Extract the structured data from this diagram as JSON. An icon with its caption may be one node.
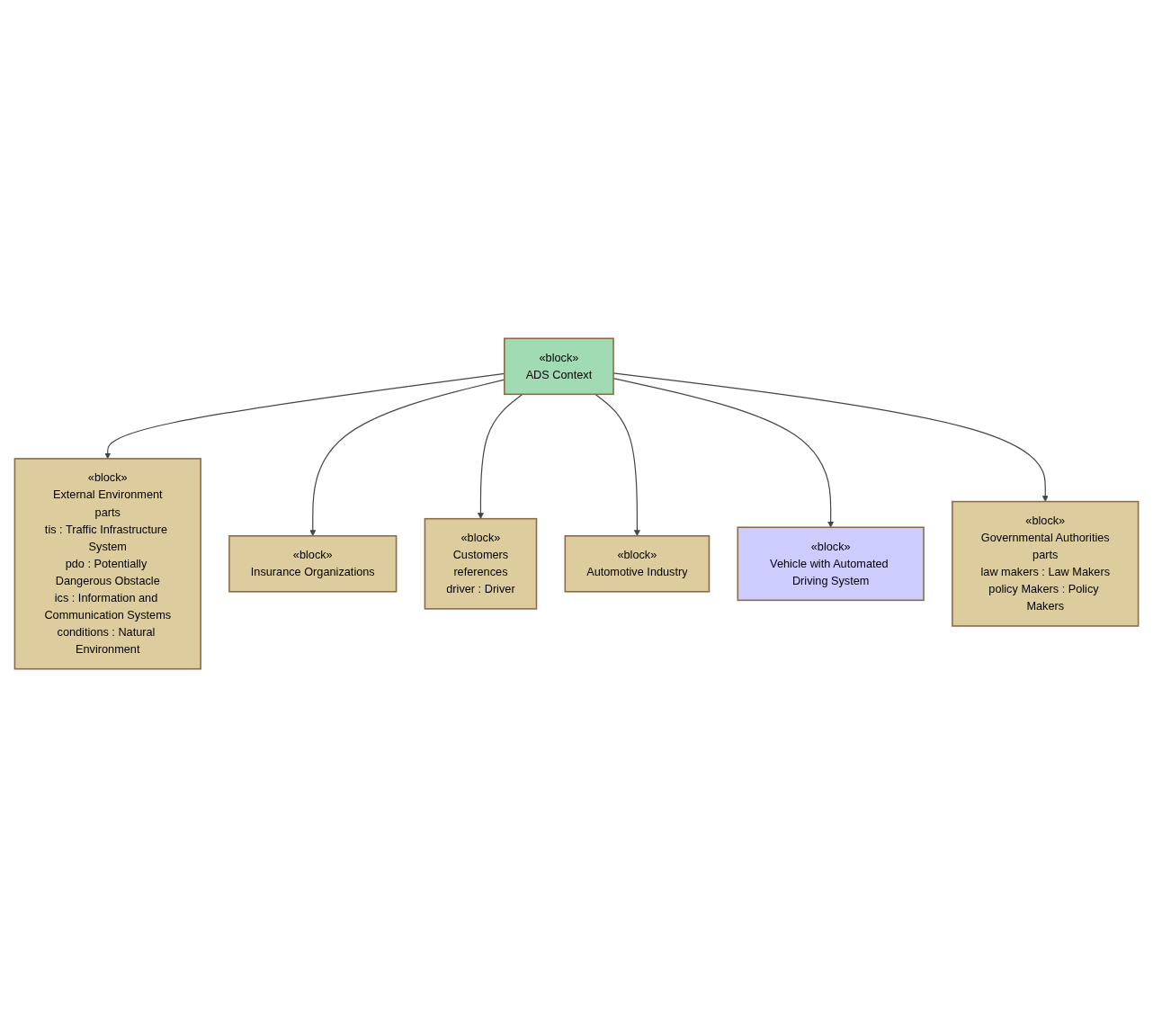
{
  "diagram": {
    "nodes": [
      {
        "text": [
          "«block»",
          "External Environment",
          "parts",
          "tis : Traffic Infrastructure System",
          "pdo : Potentially Dangerous Obstacle",
          "ics : Information and Communication Systems",
          "conditions : Natural Environment"
        ]
      },
      {
        "text": [
          "«block»",
          "Insurance Organizations"
        ]
      },
      {
        "text": [
          "«block»",
          "Customers",
          "references",
          "driver : Driver"
        ]
      },
      {
        "text": [
          "«block»",
          "ADS Context"
        ]
      },
      {
        "text": [
          "«block»",
          "Automotive Industry"
        ]
      },
      {
        "text": [
          "«block»",
          "Vehicle with Automated Driving System"
        ]
      },
      {
        "text": [
          "«block»",
          "Governmental Authorities",
          "parts",
          "law makers : Law Makers",
          "policy Makers : Policy Makers"
        ]
      }
    ],
    "edges": [
      {
        "from": 3,
        "to": 0,
        "arrow": "to"
      },
      {
        "from": 3,
        "to": 1,
        "arrow": "to"
      },
      {
        "from": 3,
        "to": 2,
        "arrow": "to"
      },
      {
        "from": 3,
        "to": 4,
        "arrow": "to"
      },
      {
        "from": 3,
        "to": 5,
        "arrow": "to"
      },
      {
        "from": 3,
        "to": 6,
        "arrow": "to"
      }
    ]
  }
}
